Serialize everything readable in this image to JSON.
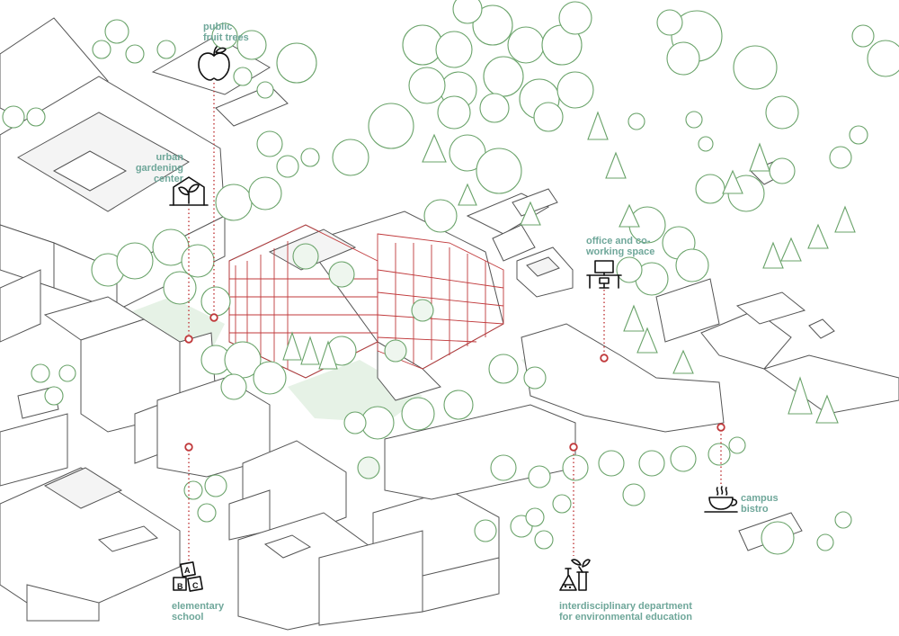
{
  "labels": {
    "fruit_trees": {
      "line1": "public",
      "line2": "fruit trees"
    },
    "gardening": {
      "line1": "urban",
      "line2": "gardening",
      "line3": "center"
    },
    "office": {
      "line1": "office and co-",
      "line2": "working space"
    },
    "bistro": {
      "line1": "campus",
      "line2": "bistro"
    },
    "school": {
      "line1": "elementary",
      "line2": "school"
    },
    "department": {
      "line1": "interdisciplinary department",
      "line2": "for environmental education"
    }
  },
  "icons": {
    "fruit_trees": "apple-icon",
    "gardening": "greenhouse-sprout-icon",
    "office": "desk-workstation-icon",
    "bistro": "coffee-cup-icon",
    "school": "abc-blocks-icon",
    "department": "lab-flask-plant-icon"
  },
  "block_letters": {
    "a": "A",
    "b": "B",
    "c": "C"
  },
  "colors": {
    "label_text": "#6fa79a",
    "pin_and_grid": "#c0393b",
    "tree_outline": "#6aa36a",
    "building_outline": "#555555",
    "lawn": "#e6f2e6"
  }
}
